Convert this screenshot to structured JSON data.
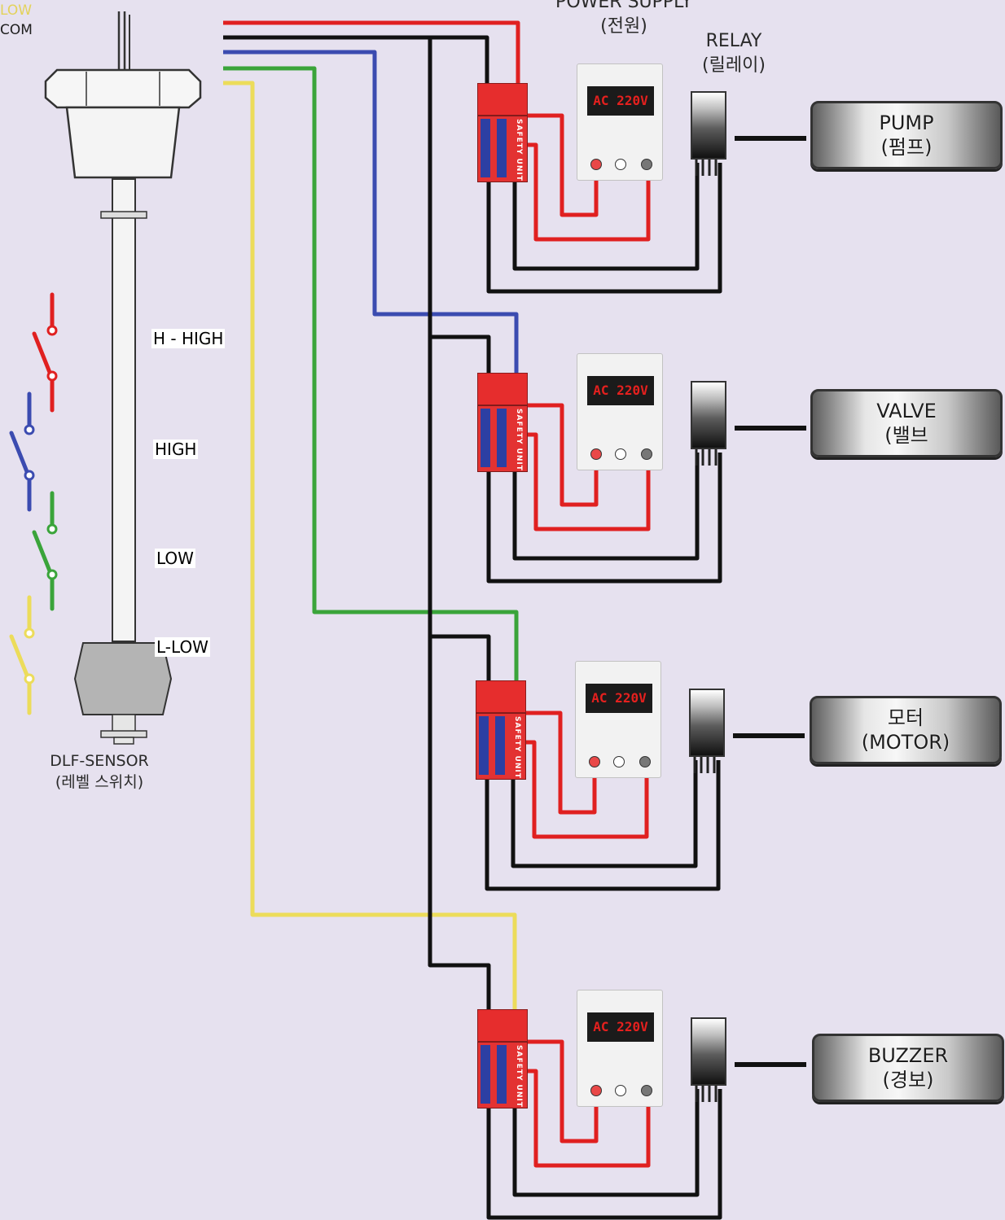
{
  "corner_labels": [
    "LOW",
    "COM"
  ],
  "power_supply": {
    "title": "POWER SUPPLY",
    "subtitle": "(전원)"
  },
  "relay": {
    "title": "RELAY",
    "subtitle": "(릴레이)"
  },
  "sensor": {
    "name": "DLF-SENSOR",
    "subtitle": "(레벨 스위치)"
  },
  "levels": [
    "H - HIGH",
    "HIGH",
    "LOW",
    "L-LOW"
  ],
  "psu_display": "AC 220V",
  "safety_label": "SAFETY UNIT",
  "outputs": [
    {
      "line1": "PUMP",
      "line2": "(펌프)"
    },
    {
      "line1": "VALVE",
      "line2": "(밸브"
    },
    {
      "line1": "모터",
      "line2": "(MOTOR)"
    },
    {
      "line1": "BUZZER",
      "line2": "(경보)"
    }
  ],
  "colors": {
    "background": "#e6e1ef",
    "wire_red": "#e02020",
    "wire_black": "#111111",
    "wire_blue": "#3b4bb0",
    "wire_green": "#3aa43a",
    "wire_yellow": "#ecdc5a"
  }
}
